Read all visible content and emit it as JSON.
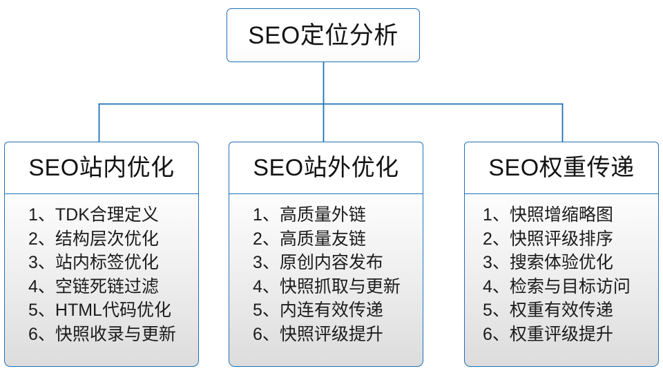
{
  "diagram": {
    "root": {
      "title": "SEO定位分析"
    },
    "accent_color": "#1f6fb4",
    "text_color": "#141414",
    "branches": [
      {
        "header": "SEO站内优化",
        "items": [
          "1、TDK合理定义",
          "2、结构层次优化",
          "3、站内标签优化",
          "4、空链死链过滤",
          "5、HTML代码优化",
          "6、快照收录与更新"
        ]
      },
      {
        "header": "SEO站外优化",
        "items": [
          "1、高质量外链",
          "2、高质量友链",
          "3、原创内容发布",
          "4、快照抓取与更新",
          "5、内连有效传递",
          "6、快照评级提升"
        ]
      },
      {
        "header": "SEO权重传递",
        "items": [
          "1、快照增缩略图",
          "2、快照评级排序",
          "3、搜索体验优化",
          "4、检索与目标访问",
          "5、权重有效传递",
          "6、权重评级提升"
        ]
      }
    ]
  }
}
